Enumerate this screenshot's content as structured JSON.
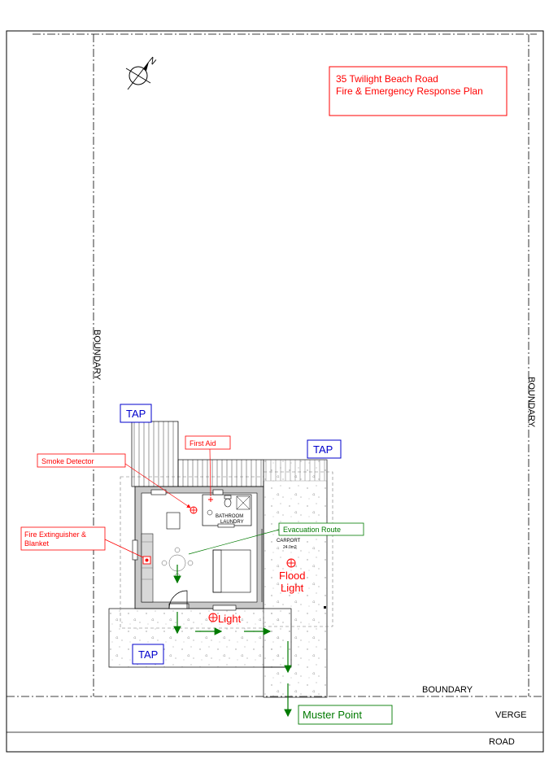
{
  "title": {
    "line1": "35 Twilight Beach Road",
    "line2": "Fire & Emergency Response Plan"
  },
  "compass": {
    "label": "N",
    "icon": "north-arrow-icon"
  },
  "boundary_labels": {
    "left": "BOUNDARY",
    "right": "BOUNDARY",
    "bottom": "BOUNDARY"
  },
  "street_labels": {
    "verge": "VERGE",
    "road": "ROAD"
  },
  "taps": {
    "top_left": "TAP",
    "top_right": "TAP",
    "bottom": "TAP"
  },
  "callouts": {
    "smoke_detector": "Smoke Detector",
    "first_aid": "First Aid",
    "fire_extinguisher_line1": "Fire Extinguisher &",
    "fire_extinguisher_line2": "Blanket",
    "evacuation_route": "Evacuation Route",
    "muster_point": "Muster Point"
  },
  "lights": {
    "light": "Light",
    "flood_line1": "Flood",
    "flood_line2": "Light",
    "icon": "light-fixture-icon"
  },
  "rooms": {
    "bathroom": "BATHROOM",
    "laundry": "LAUNDRY",
    "carport": "CARPORT",
    "carport_area": "24.0m2"
  },
  "colors": {
    "hazard_red": "#ff0000",
    "route_green": "#007a00",
    "tap_blue": "#0000cc",
    "line": "#000000"
  }
}
